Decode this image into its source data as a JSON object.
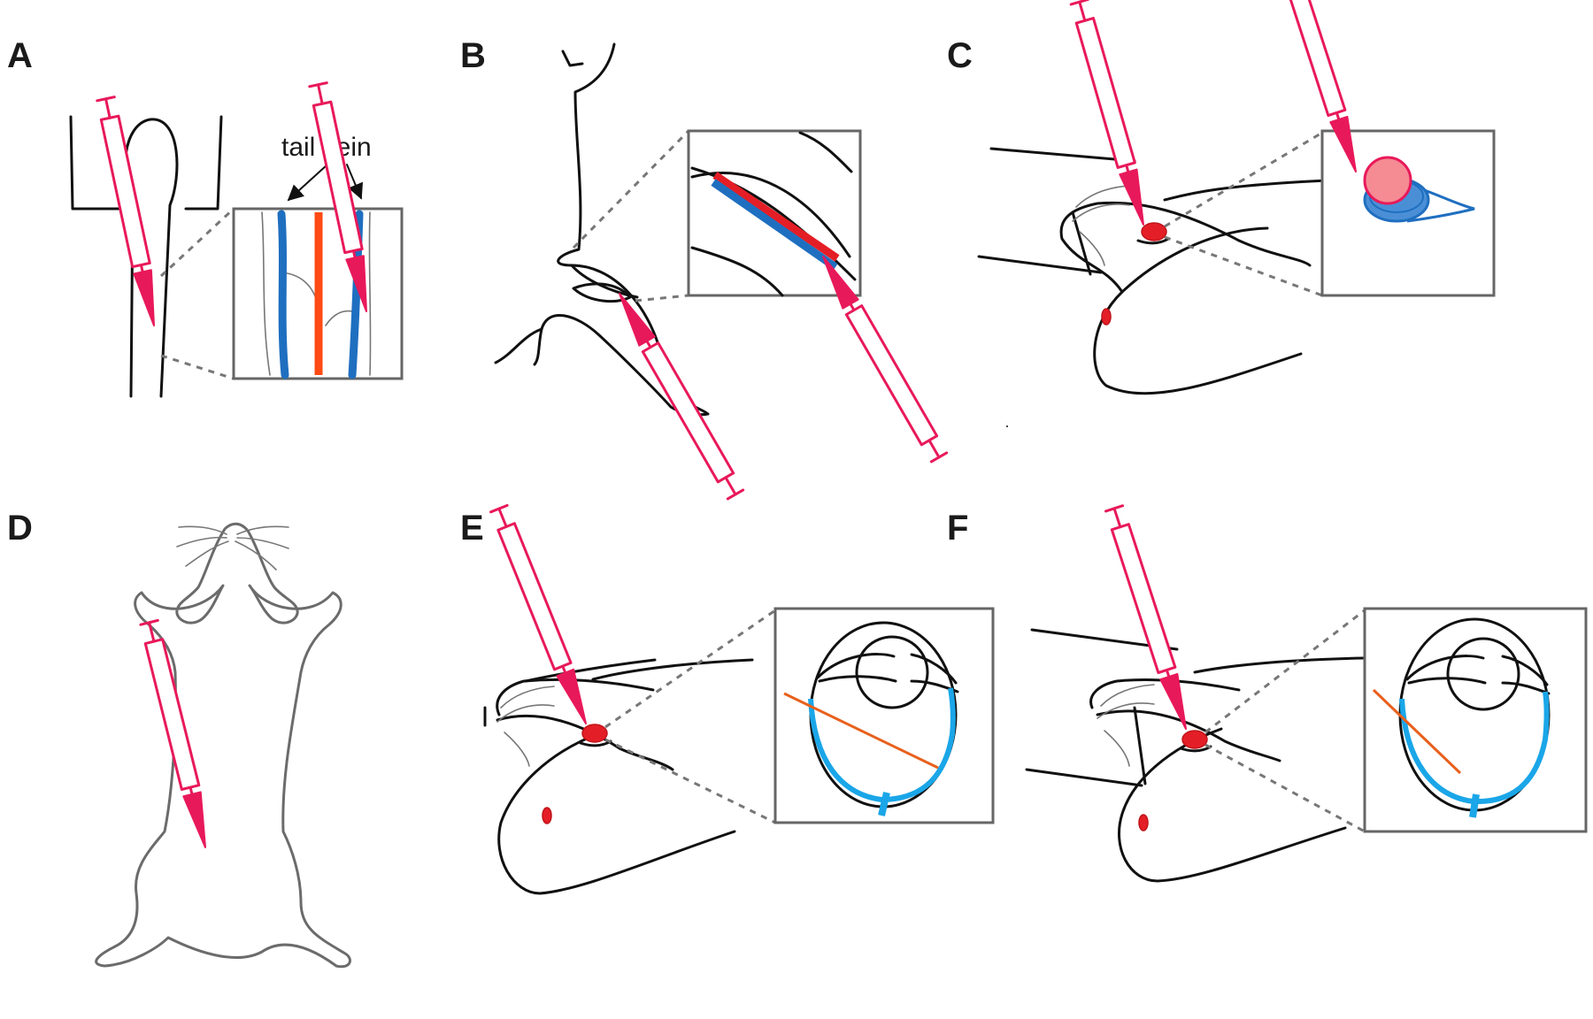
{
  "panels": {
    "a": {
      "label": "A",
      "annotation": "tail vein"
    },
    "b": {
      "label": "B"
    },
    "c": {
      "label": "C"
    },
    "d": {
      "label": "D"
    },
    "e": {
      "label": "E"
    },
    "f": {
      "label": "F"
    }
  },
  "colors": {
    "syringe": "#e8195a",
    "vein": "#1f6fc0",
    "artery": "#ff4a14",
    "blood": "#e41e26",
    "orbit_sinus": "#1aa6e8",
    "needle_path": "#e8601c"
  }
}
